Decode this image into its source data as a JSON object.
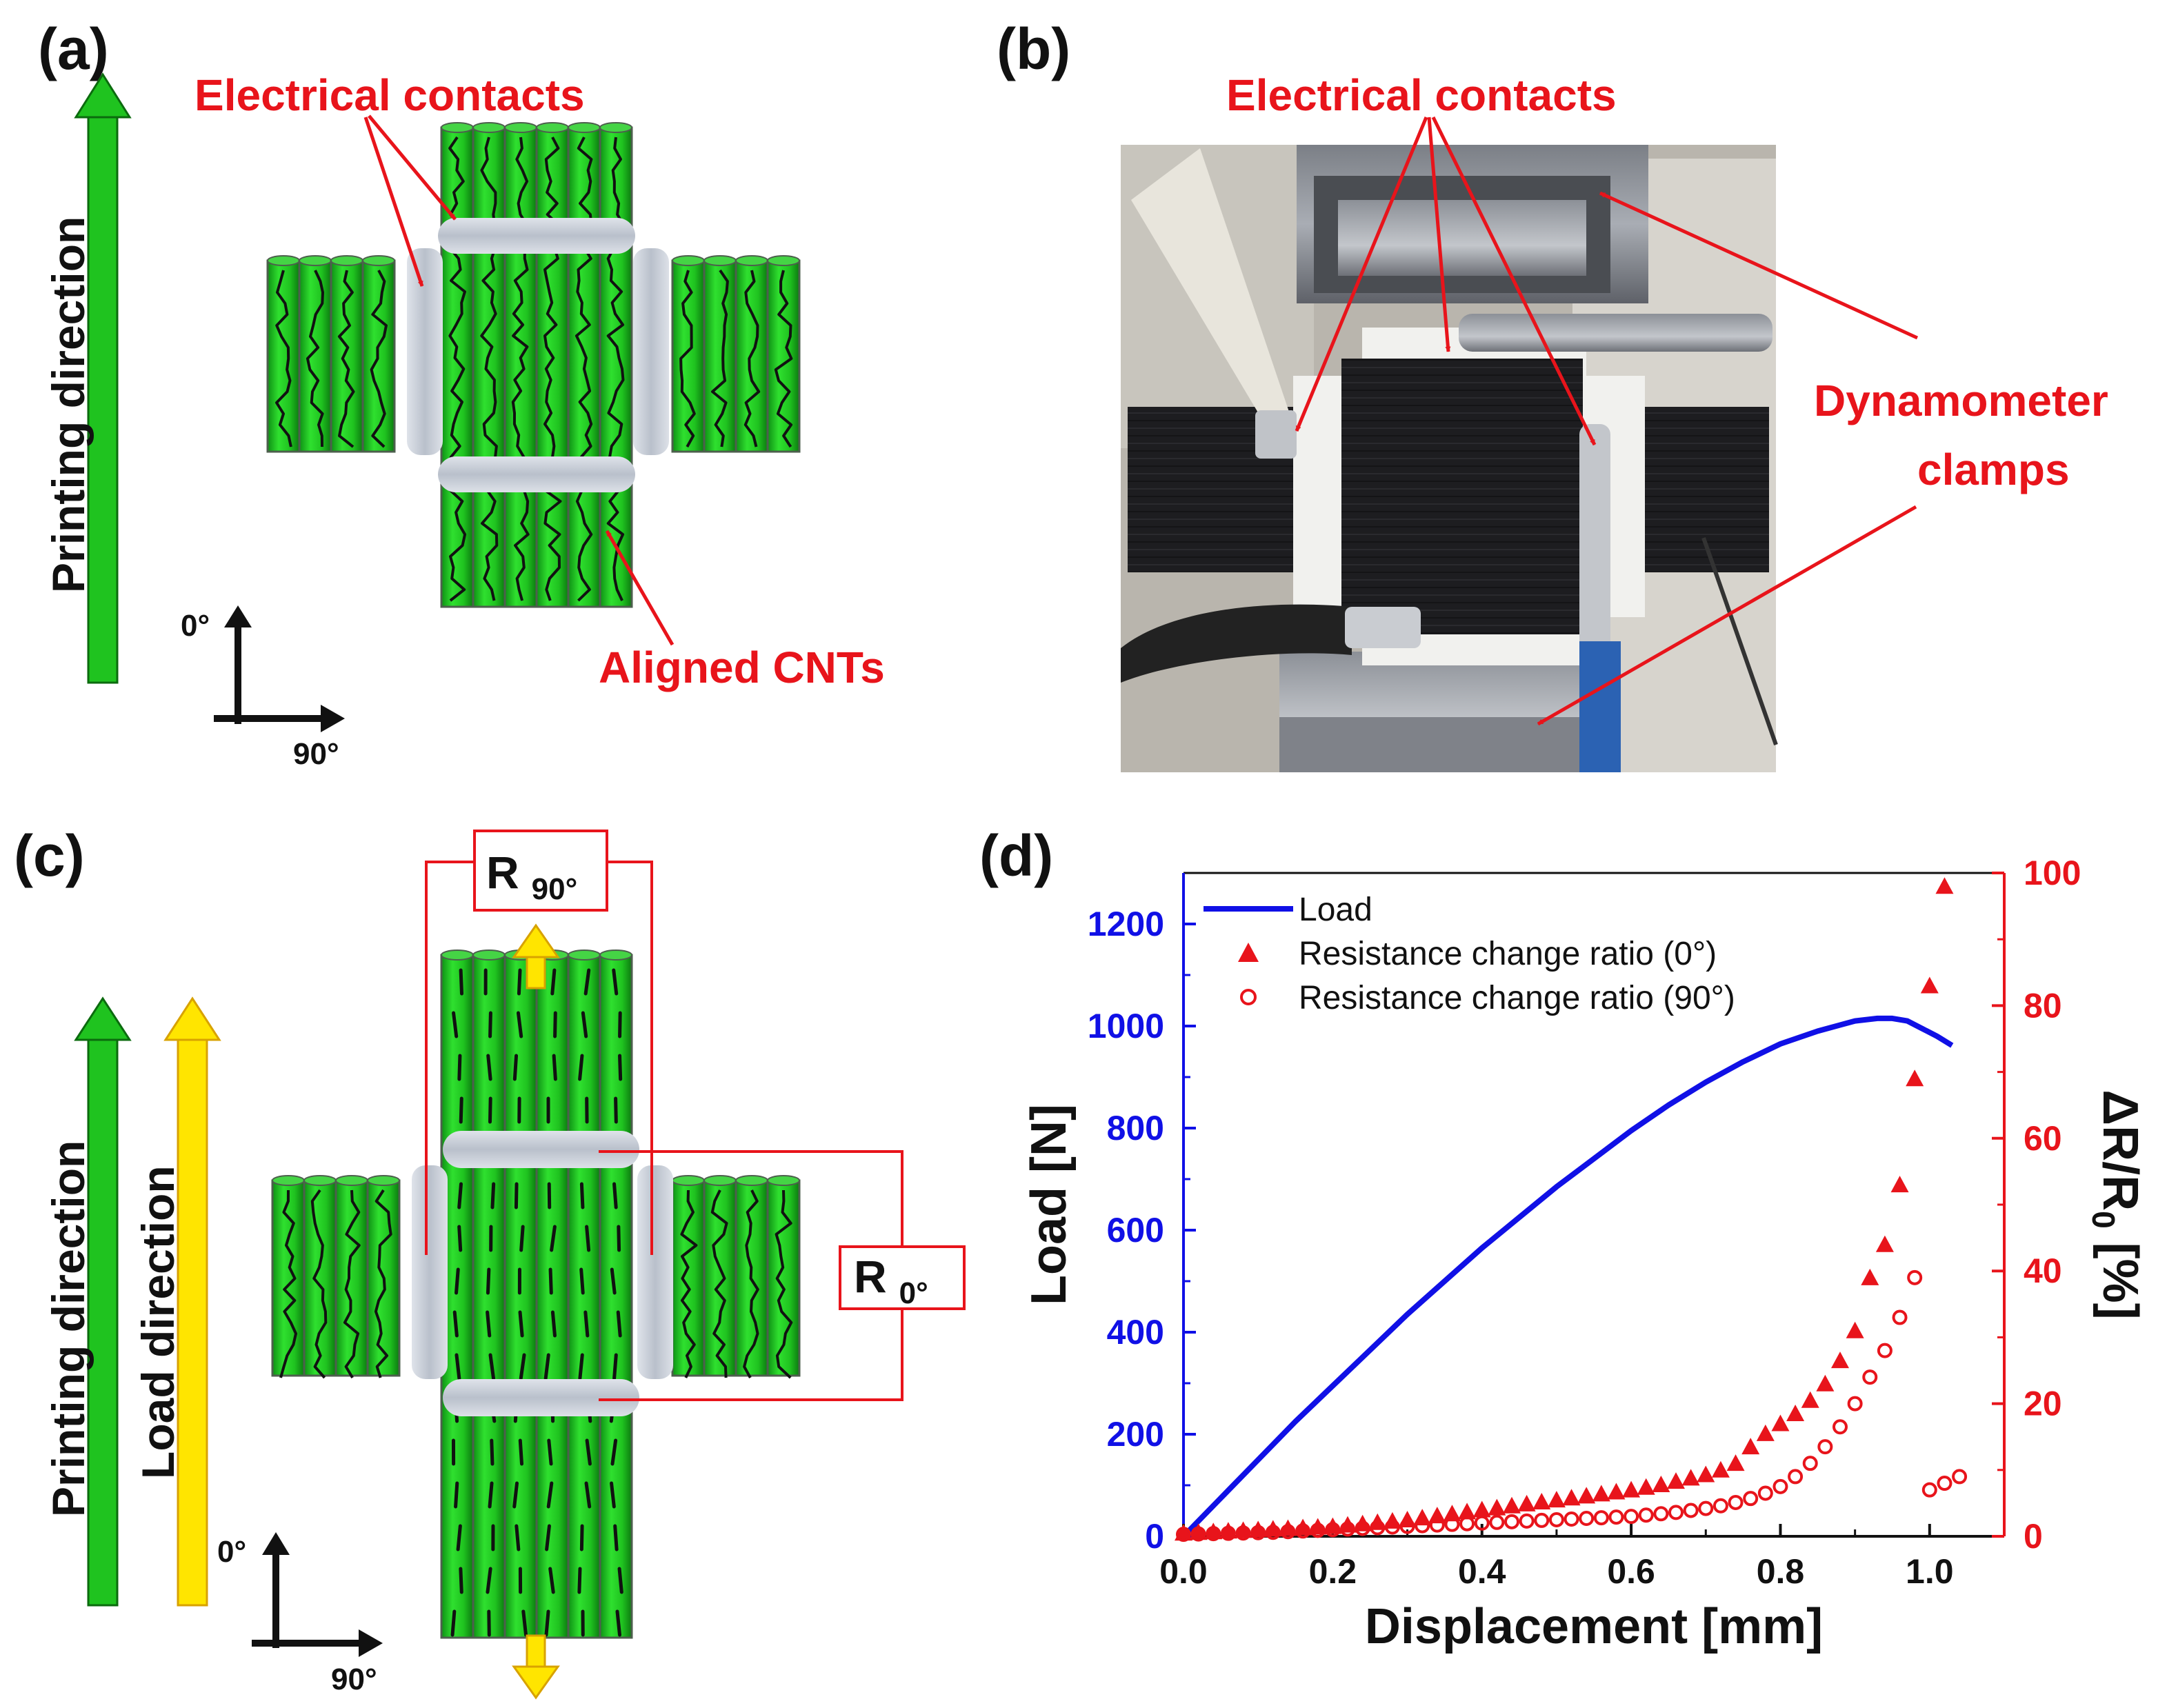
{
  "panels": {
    "a": {
      "label": "(a)",
      "electrical_contacts": "Electrical contacts",
      "aligned_cnts": "Aligned CNTs",
      "printing_direction": "Printing direction",
      "axis_0": "0°",
      "axis_90": "90°"
    },
    "b": {
      "label": "(b)",
      "electrical_contacts": "Electrical contacts",
      "dynamometer_line1": "Dynamometer",
      "dynamometer_line2": "clamps"
    },
    "c": {
      "label": "(c)",
      "r90_main": "R",
      "r90_sub": "90°",
      "r0_main": "R",
      "r0_sub": "0°",
      "printing_direction": "Printing direction",
      "load_direction": "Load direction",
      "axis_0": "0°",
      "axis_90": "90°"
    },
    "d": {
      "label": "(d)"
    }
  },
  "colors": {
    "green": "#1fc31f",
    "yellow": "#ffe500",
    "red": "#e8141b",
    "blue": "#1010e6",
    "contact": "#c9ced6"
  },
  "chart_data": {
    "type": "line",
    "xlabel": "Displacement [mm]",
    "ylabel_left": "Load [N]",
    "ylabel_right_main": "ΔR/R",
    "ylabel_right_sub": "0",
    "ylabel_right_unit": " [%]",
    "xlim": [
      0.0,
      1.1
    ],
    "ylim_left": [
      0,
      1300
    ],
    "ylim_right": [
      0,
      100
    ],
    "x_ticks": [
      "0.0",
      "0.2",
      "0.4",
      "0.6",
      "0.8",
      "1.0"
    ],
    "x_tick_values": [
      0.0,
      0.2,
      0.4,
      0.6,
      0.8,
      1.0
    ],
    "y_left_ticks": [
      "0",
      "200",
      "400",
      "600",
      "800",
      "1000",
      "1200"
    ],
    "y_left_tick_values": [
      0,
      200,
      400,
      600,
      800,
      1000,
      1200
    ],
    "y_right_ticks": [
      "0",
      "20",
      "40",
      "60",
      "80",
      "100"
    ],
    "y_right_tick_values": [
      0,
      20,
      40,
      60,
      80,
      100
    ],
    "legend_position": "top-left",
    "series": [
      {
        "name": "Load",
        "axis": "left",
        "style": "line",
        "color": "#1010e6",
        "x": [
          0.0,
          0.05,
          0.1,
          0.15,
          0.2,
          0.25,
          0.3,
          0.35,
          0.4,
          0.45,
          0.5,
          0.55,
          0.6,
          0.65,
          0.7,
          0.75,
          0.8,
          0.85,
          0.9,
          0.93,
          0.95,
          0.97,
          0.99,
          1.01,
          1.03
        ],
        "y": [
          0,
          75,
          150,
          225,
          295,
          365,
          435,
          500,
          565,
          625,
          685,
          740,
          795,
          845,
          890,
          930,
          965,
          990,
          1010,
          1015,
          1015,
          1010,
          995,
          980,
          962
        ]
      },
      {
        "name": "Resistance change ratio (0°)",
        "axis": "right",
        "style": "filled-triangle",
        "color": "#e8141b",
        "x": [
          0.0,
          0.02,
          0.04,
          0.06,
          0.08,
          0.1,
          0.12,
          0.14,
          0.16,
          0.18,
          0.2,
          0.22,
          0.24,
          0.26,
          0.28,
          0.3,
          0.32,
          0.34,
          0.36,
          0.38,
          0.4,
          0.42,
          0.44,
          0.46,
          0.48,
          0.5,
          0.52,
          0.54,
          0.56,
          0.58,
          0.6,
          0.62,
          0.64,
          0.66,
          0.68,
          0.7,
          0.72,
          0.74,
          0.76,
          0.78,
          0.8,
          0.82,
          0.84,
          0.86,
          0.88,
          0.9,
          0.92,
          0.94,
          0.96,
          0.98,
          1.0,
          1.02
        ],
        "y": [
          0.5,
          0.6,
          0.7,
          0.8,
          0.9,
          1.0,
          1.1,
          1.2,
          1.3,
          1.4,
          1.5,
          1.7,
          1.9,
          2.1,
          2.3,
          2.5,
          2.8,
          3.1,
          3.4,
          3.7,
          4.0,
          4.3,
          4.6,
          4.9,
          5.2,
          5.5,
          5.8,
          6.1,
          6.4,
          6.7,
          7.0,
          7.4,
          7.8,
          8.3,
          8.8,
          9.3,
          10.0,
          11.0,
          13.5,
          15.5,
          17.0,
          18.5,
          20.5,
          23.0,
          26.5,
          31.0,
          39.0,
          44.0,
          53.0,
          69.0,
          83.0,
          98.0
        ]
      },
      {
        "name": "Resistance change ratio (90°)",
        "axis": "right",
        "style": "open-circle",
        "color": "#e8141b",
        "x": [
          0.0,
          0.02,
          0.04,
          0.06,
          0.08,
          0.1,
          0.12,
          0.14,
          0.16,
          0.18,
          0.2,
          0.22,
          0.24,
          0.26,
          0.28,
          0.3,
          0.32,
          0.34,
          0.36,
          0.38,
          0.4,
          0.42,
          0.44,
          0.46,
          0.48,
          0.5,
          0.52,
          0.54,
          0.56,
          0.58,
          0.6,
          0.62,
          0.64,
          0.66,
          0.68,
          0.7,
          0.72,
          0.74,
          0.76,
          0.78,
          0.8,
          0.82,
          0.84,
          0.86,
          0.88,
          0.9,
          0.92,
          0.94,
          0.96,
          0.98,
          1.0,
          1.02,
          1.04
        ],
        "y": [
          0.3,
          0.35,
          0.4,
          0.45,
          0.5,
          0.55,
          0.6,
          0.7,
          0.8,
          0.9,
          1.0,
          1.1,
          1.2,
          1.3,
          1.4,
          1.5,
          1.6,
          1.7,
          1.8,
          1.9,
          2.0,
          2.1,
          2.2,
          2.3,
          2.4,
          2.5,
          2.6,
          2.7,
          2.8,
          2.9,
          3.0,
          3.2,
          3.4,
          3.6,
          3.9,
          4.2,
          4.6,
          5.1,
          5.7,
          6.5,
          7.5,
          9.0,
          11.0,
          13.5,
          16.5,
          20.0,
          24.0,
          28.0,
          33.0,
          39.0,
          7.0,
          8.0,
          9.0
        ]
      }
    ]
  }
}
